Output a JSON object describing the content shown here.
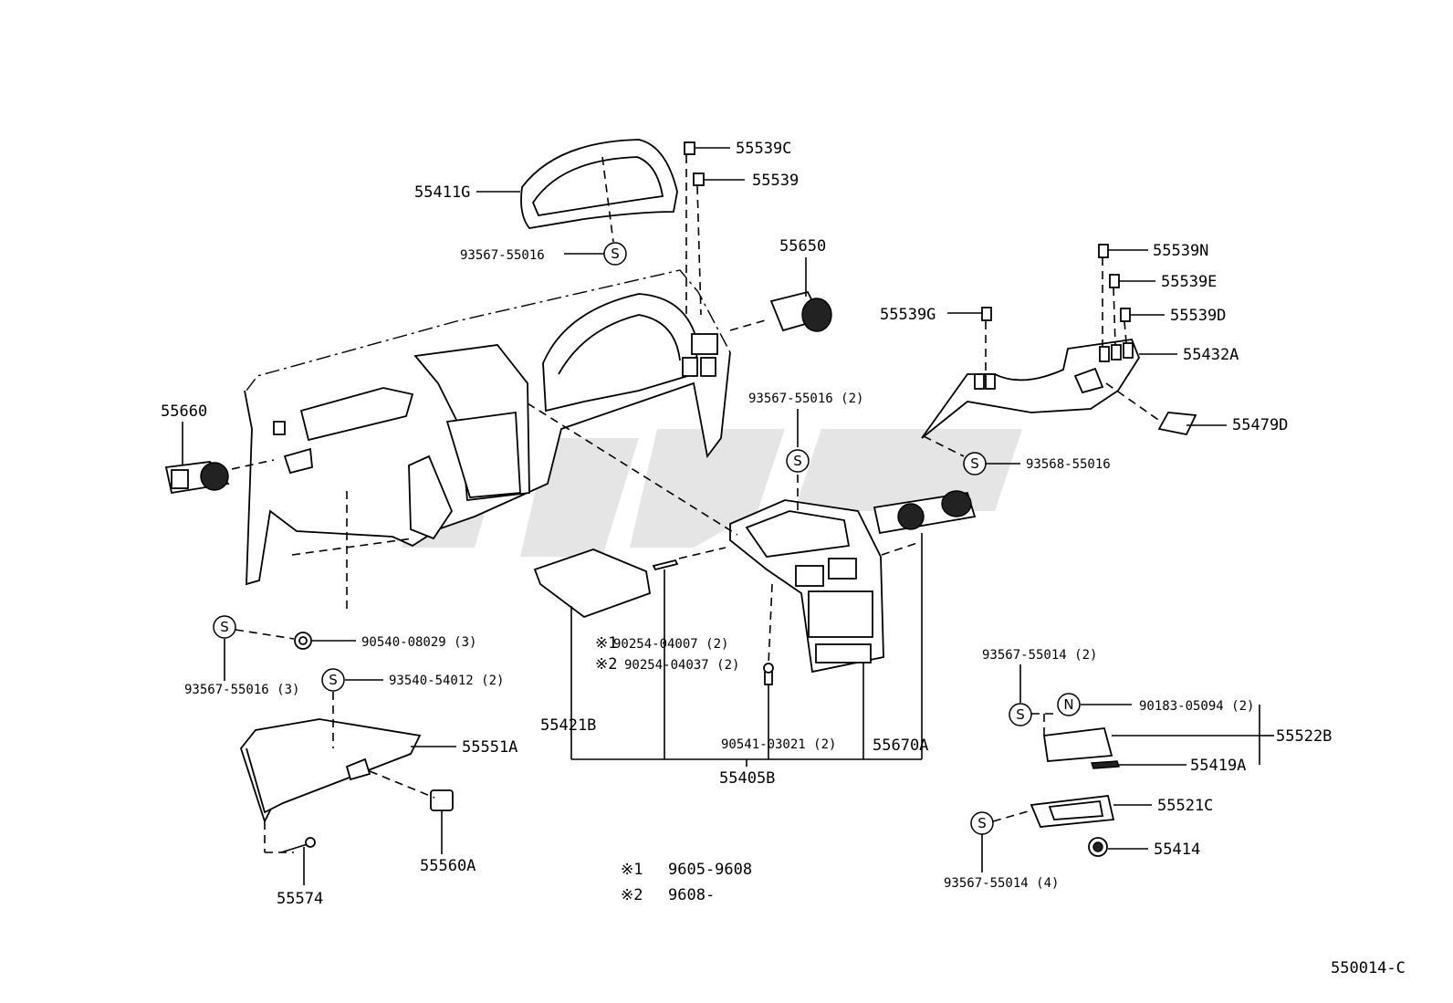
{
  "diagram_id": "550014-C",
  "symbol_s": "S",
  "symbol_n": "N",
  "callouts": {
    "c55539C": "55539C",
    "c55539": "55539",
    "c55411G": "55411G",
    "c93567_top": "93567-55016",
    "c55650": "55650",
    "c55539N": "55539N",
    "c55539E": "55539E",
    "c55539G": "55539G",
    "c55539D": "55539D",
    "c55432A": "55432A",
    "c55660": "55660",
    "c93567_2": "93567-55016 (2)",
    "c55479D": "55479D",
    "c93568": "93568-55016",
    "c90540": "90540-08029 (3)",
    "c93567_3": "93567-55016 (3)",
    "c93540": "93540-54012 (2)",
    "c55551A": "55551A",
    "c90254_1": "90254-04007 (2)",
    "c90254_2": "90254-04037 (2)",
    "c55421B": "55421B",
    "c90541": "90541-03021 (2)",
    "c55670A": "55670A",
    "c55405B": "55405B",
    "c93567_55014_2": "93567-55014 (2)",
    "c90183": "90183-05094 (2)",
    "c55522B": "55522B",
    "c55419A": "55419A",
    "c55521C": "55521C",
    "c55414": "55414",
    "c93567_55014_4": "93567-55014 (4)",
    "c55560A": "55560A",
    "c55574": "55574"
  },
  "marks": {
    "m1": "※1",
    "m2": "※2"
  },
  "notes": {
    "n1_mark": "※1",
    "n1_range": "9605-9608",
    "n2_mark": "※2",
    "n2_range": "9608-"
  }
}
